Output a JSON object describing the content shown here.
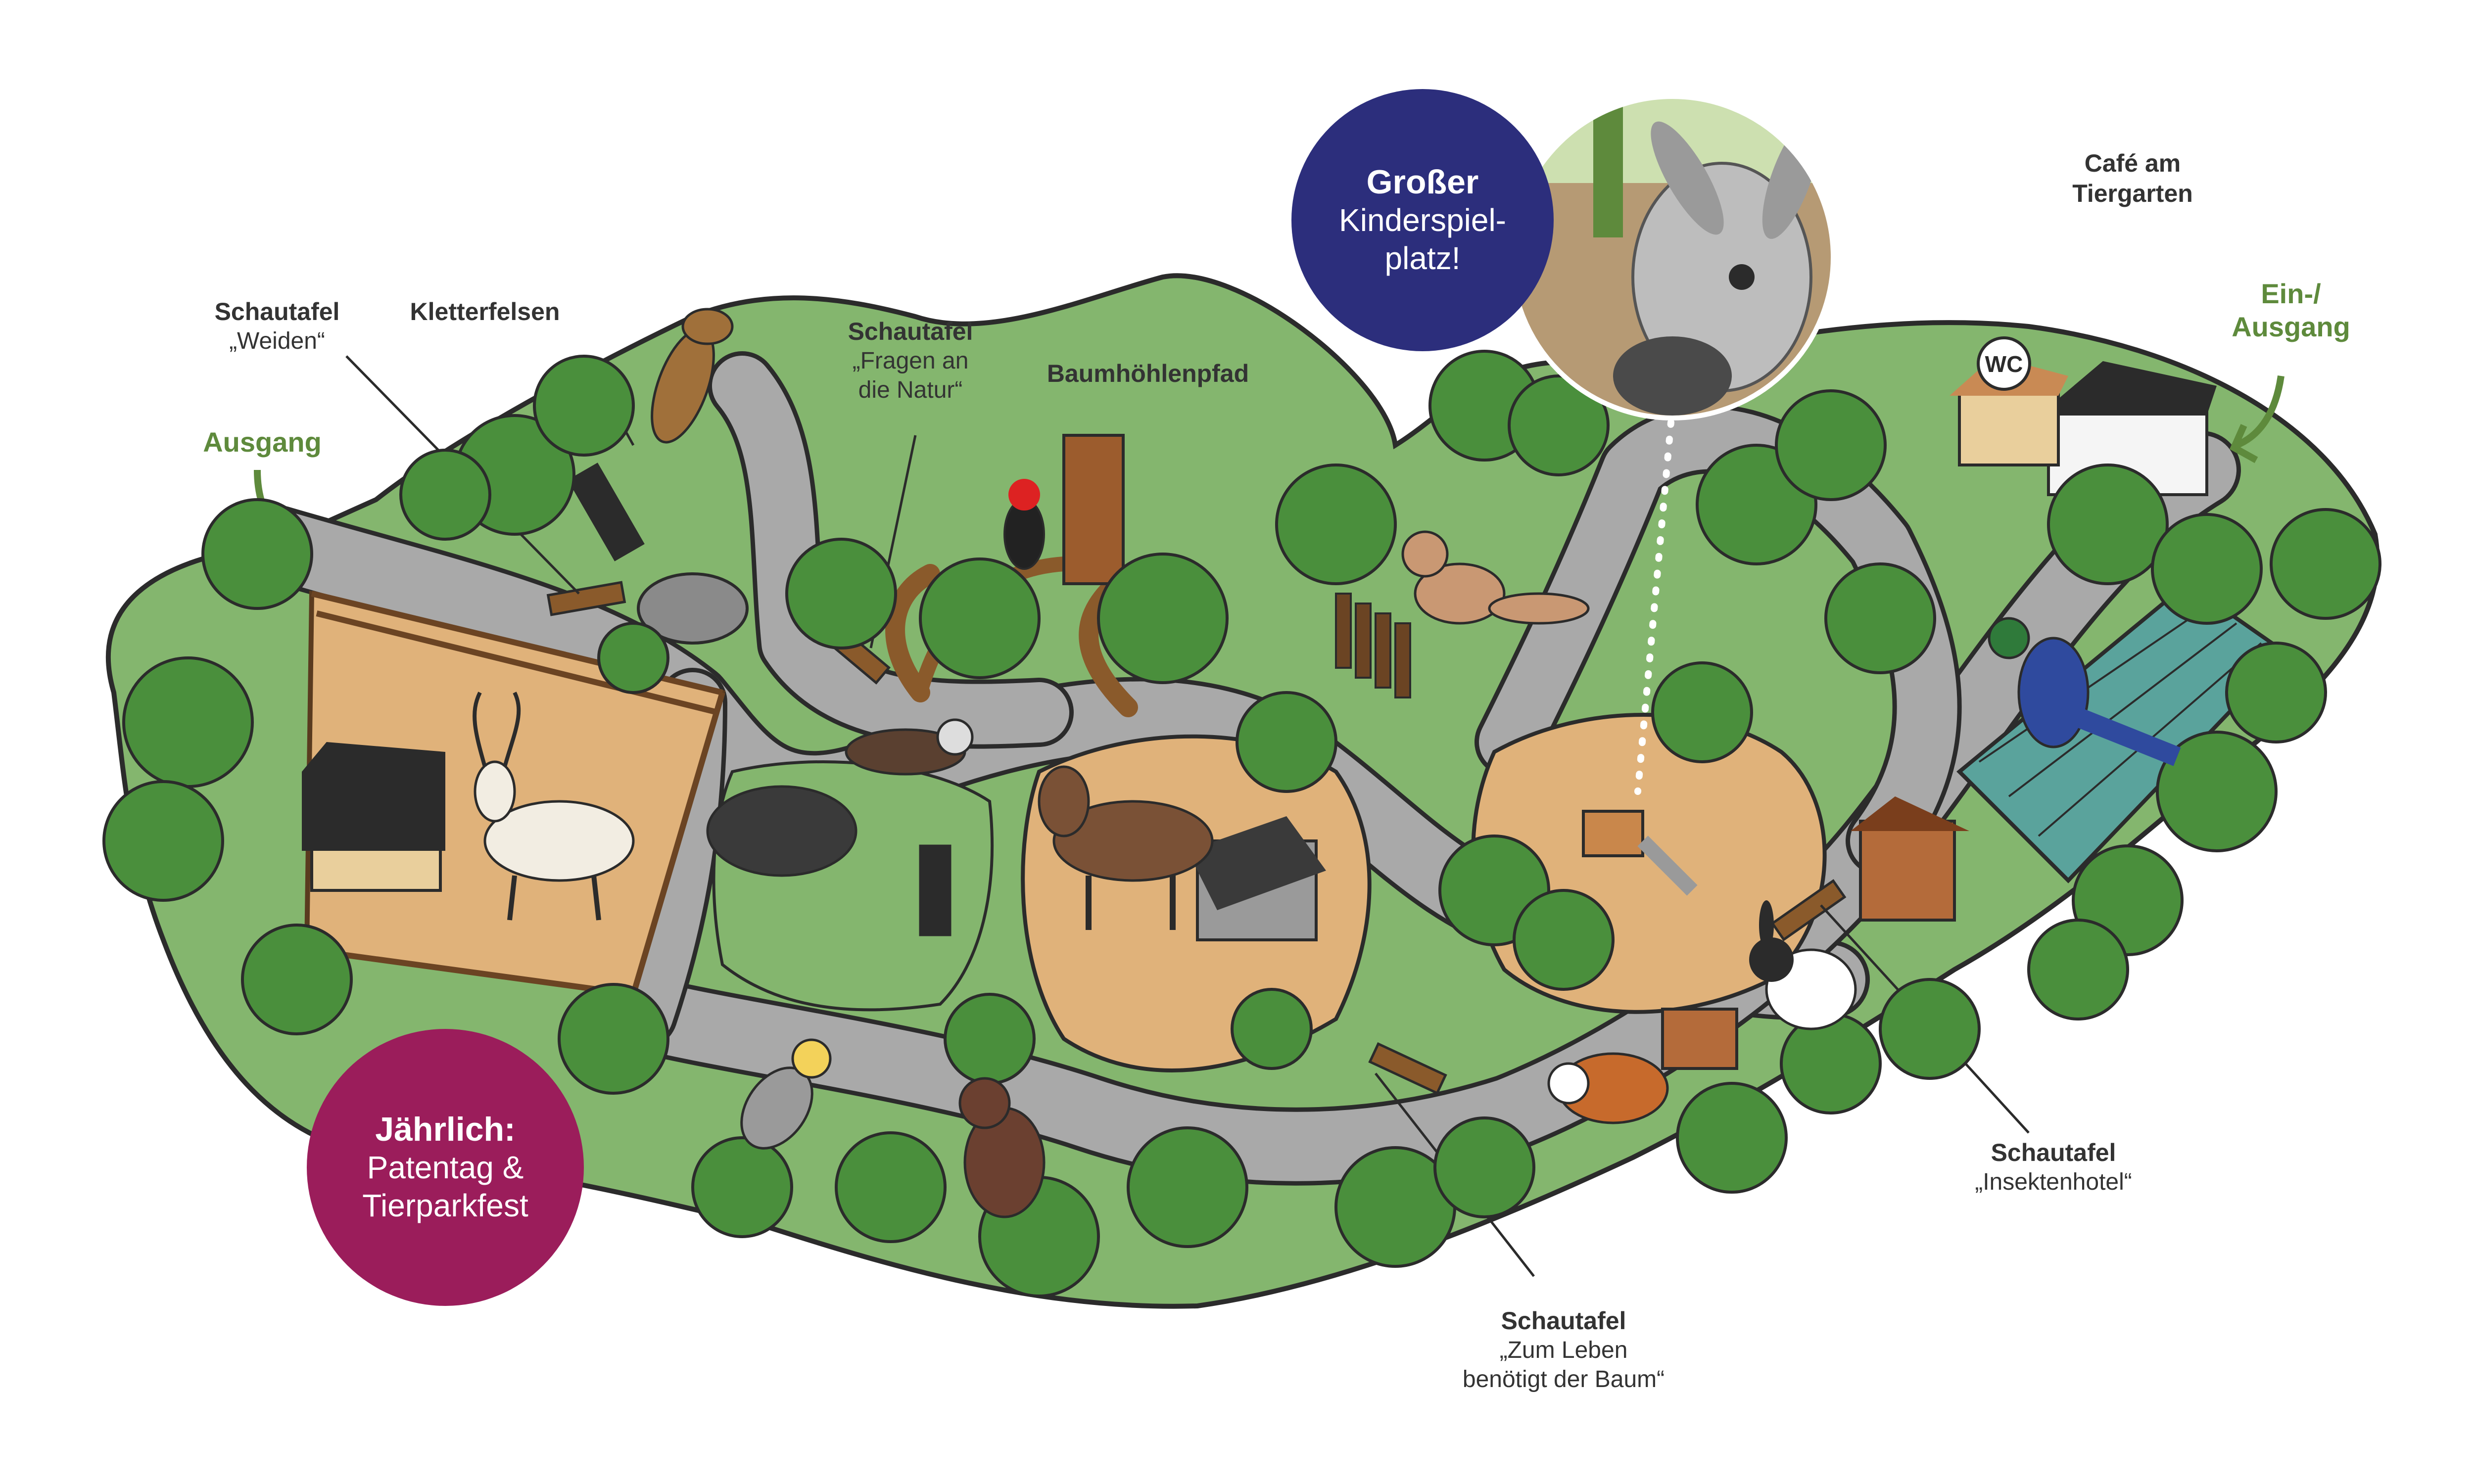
{
  "colors": {
    "grass": "#84b66e",
    "path": "#a9a9a9",
    "sand": "#e0b27a",
    "tree": "#4a8f3c",
    "label": "#333333",
    "exit_green": "#5e8a3c",
    "kids_bubble": "#2c2e7c",
    "annual_bubble": "#9b1d5b"
  },
  "labels": {
    "schautafel_weiden": {
      "title": "Schautafel",
      "sub": "„Weiden“"
    },
    "kletterfelsen": {
      "title": "Kletterfelsen"
    },
    "schautafel_fragen": {
      "title": "Schautafel",
      "sub1": "„Fragen an",
      "sub2": "die Natur“"
    },
    "baumhoehlenpfad": {
      "title": "Baumhöhlenpfad"
    },
    "cafe": {
      "line1": "Café am",
      "line2": "Tiergarten"
    },
    "schautafel_insektenhotel": {
      "title": "Schautafel",
      "sub": "„Insektenhotel“"
    },
    "schautafel_baum": {
      "title": "Schautafel",
      "sub1": "„Zum Leben",
      "sub2": "benötigt der Baum“"
    }
  },
  "exits": {
    "left": "Ausgang",
    "right_line1": "Ein-/",
    "right_line2": "Ausgang"
  },
  "bubbles": {
    "kids": {
      "line1": "Großer",
      "line2": "Kinderspiel-",
      "line3": "platz!"
    },
    "annual": {
      "line1": "Jährlich:",
      "line2": "Patentag &",
      "line3": "Tierparkfest"
    }
  },
  "wc": "WC",
  "icons": [
    "chipmunk-icon",
    "woodpecker-icon",
    "goat-icon",
    "ferret-icon",
    "pig-icon",
    "donkey-icon",
    "fox-icon",
    "turaco-bird-icon",
    "rabbit-icon",
    "guinea-pig-icon",
    "cockatiel-icon",
    "monkey-icon",
    "donkey-photo-icon",
    "playground-icon"
  ]
}
